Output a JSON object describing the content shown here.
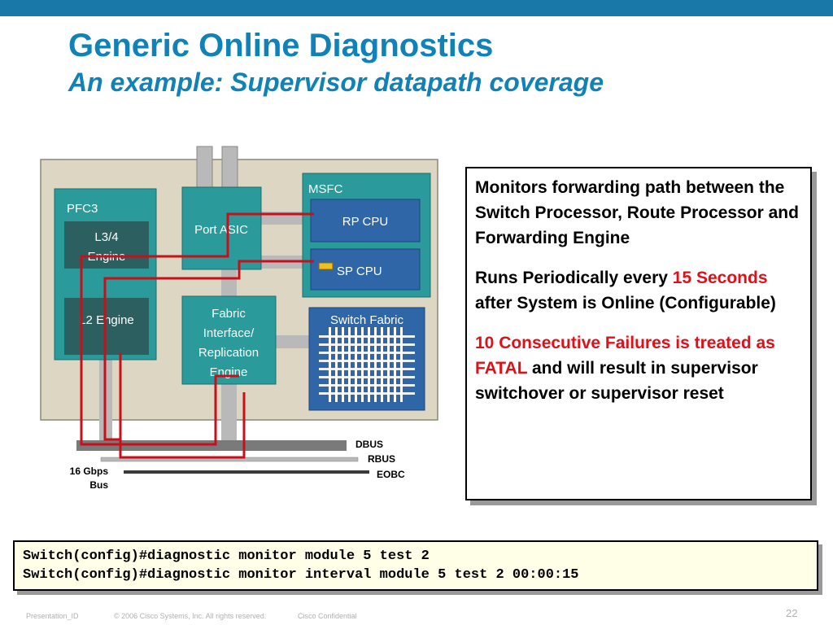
{
  "slide": {
    "title": "Generic Online Diagnostics",
    "subtitle": "An example: Supervisor datapath coverage",
    "page_number": "22"
  },
  "diagram": {
    "pfc3": "PFC3",
    "l34_engine_line1": "L3/4",
    "l34_engine_line2": "Engine",
    "l2_engine": "L2 Engine",
    "port_asic": "Port ASIC",
    "fabric_line1": "Fabric",
    "fabric_line2": "Interface/",
    "fabric_line3": "Replication",
    "fabric_line4": "Engine",
    "msfc": "MSFC",
    "rp_cpu": "RP CPU",
    "sp_cpu": "SP CPU",
    "switch_fabric": "Switch Fabric",
    "dbus": "DBUS",
    "rbus": "RBUS",
    "eobc": "EOBC",
    "bus_line1": "16 Gbps",
    "bus_line2": "Bus"
  },
  "info": {
    "p1": "Monitors forwarding path between the Switch Processor, Route Processor and Forwarding Engine",
    "p2_a": "Runs Periodically every ",
    "p2_red": "15 Seconds",
    "p2_b": " after System is Online (Configurable)",
    "p3_red": "10 Consecutive Failures is treated as FATAL",
    "p3_b": " and will result in supervisor switchover or supervisor reset"
  },
  "code": {
    "line1": "Switch(config)#diagnostic monitor module 5 test 2",
    "line2": "Switch(config)#diagnostic monitor interval module 5 test 2 00:00:15"
  },
  "footer": {
    "presentation_id": "Presentation_ID",
    "copyright": "© 2006 Cisco Systems, Inc. All rights reserved.",
    "confidential": "Cisco Confidential"
  },
  "colors": {
    "title_blue": "#1082b8",
    "teal": "#2a9a9a",
    "dark_teal": "#2c6060",
    "cpu_blue": "#2f66a8",
    "path_red": "#c8101a",
    "board": "#dcd6c2"
  }
}
